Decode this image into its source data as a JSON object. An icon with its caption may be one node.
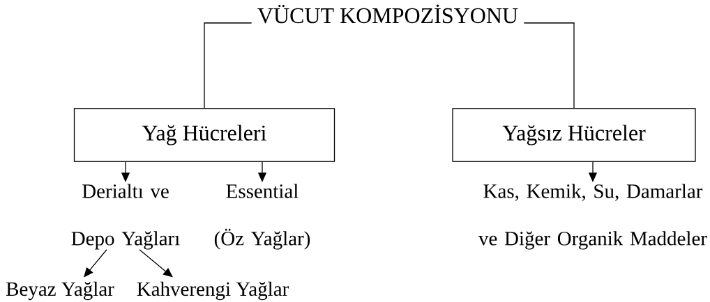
{
  "diagram": {
    "nodes": [
      {
        "text": [
          "VÜCUT KOMPOZİSYONU"
        ]
      },
      {
        "text": [
          "Yağ Hücreleri"
        ]
      },
      {
        "text": [
          "Yağsız Hücreler"
        ]
      },
      {
        "text": [
          "Derialtı ve Depo Yağları"
        ]
      },
      {
        "text": [
          "Essential (Öz Yağlar)"
        ]
      },
      {
        "text": [
          "Kas, Kemik, Su, Damarlar ve Diğer Organik Maddeler"
        ]
      },
      {
        "text": [
          "Beyaz Yağlar"
        ]
      },
      {
        "text": [
          "Kahverengi Yağlar"
        ]
      }
    ],
    "edges": [
      {
        "from": 0,
        "to": 1,
        "arrow": "none"
      },
      {
        "from": 0,
        "to": 2,
        "arrow": "none"
      },
      {
        "from": 1,
        "to": 3,
        "arrow": "to"
      },
      {
        "from": 1,
        "to": 4,
        "arrow": "to"
      },
      {
        "from": 2,
        "to": 5,
        "arrow": "to"
      },
      {
        "from": 3,
        "to": 6,
        "arrow": "to"
      },
      {
        "from": 3,
        "to": 7,
        "arrow": "to"
      }
    ]
  }
}
